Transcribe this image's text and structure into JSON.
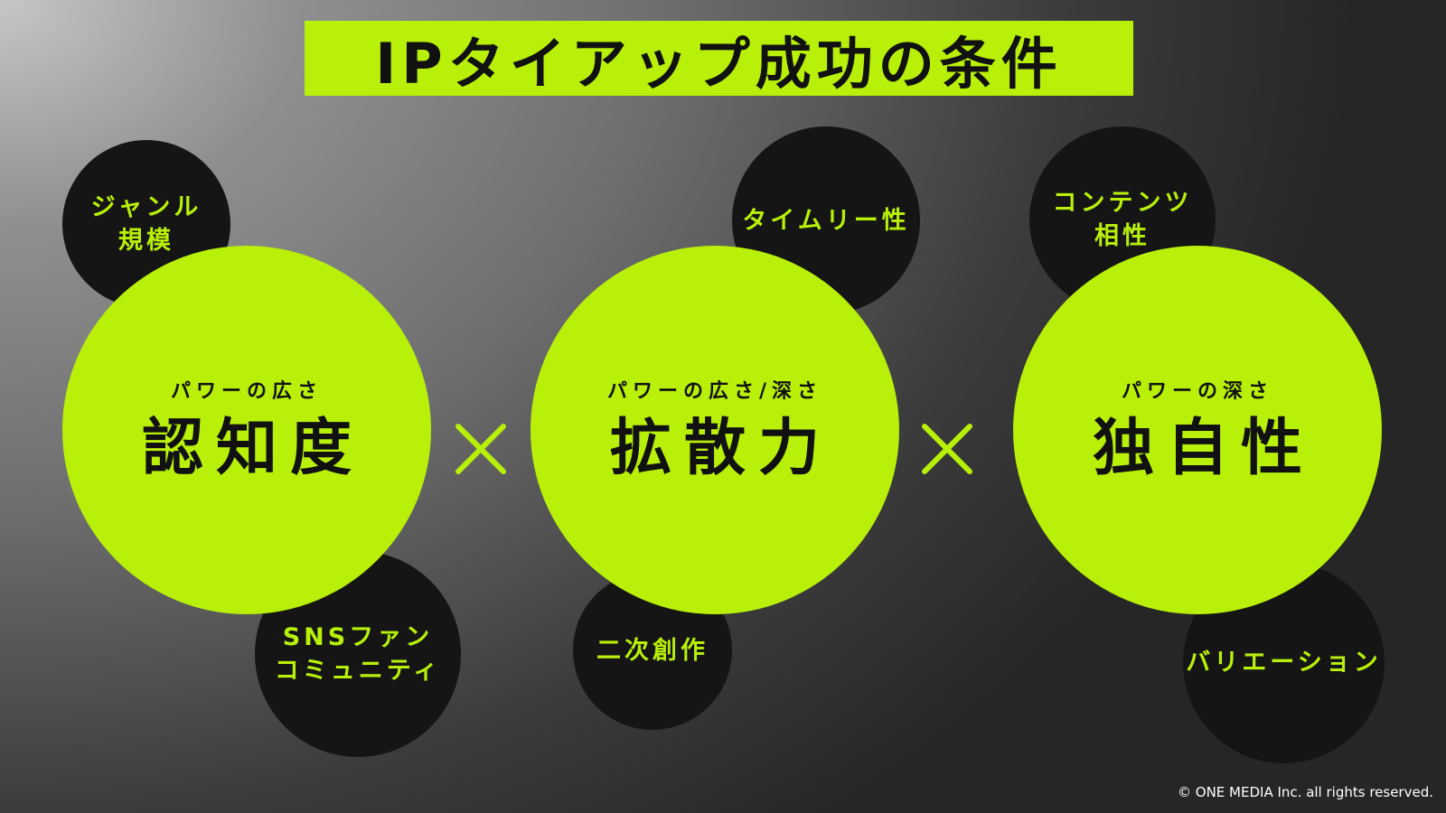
{
  "title": "IPタイアップ成功の条件",
  "pillars": [
    {
      "subtitle": "パワーの広さ",
      "label": "認知度",
      "factors": [
        "ジャンル\n規模",
        "SNSファン\nコミュニティ"
      ]
    },
    {
      "subtitle": "パワーの広さ/深さ",
      "label": "拡散力",
      "factors": [
        "タイムリー性",
        "二次創作"
      ]
    },
    {
      "subtitle": "パワーの深さ",
      "label": "独自性",
      "factors": [
        "コンテンツ\n相性",
        "バリエーション"
      ]
    }
  ],
  "copyright": "© ONE MEDIA Inc. all rights reserved.",
  "colors": {
    "accent": "#b8f00a",
    "dark_circle": "#151515",
    "text_dark": "#111111"
  }
}
